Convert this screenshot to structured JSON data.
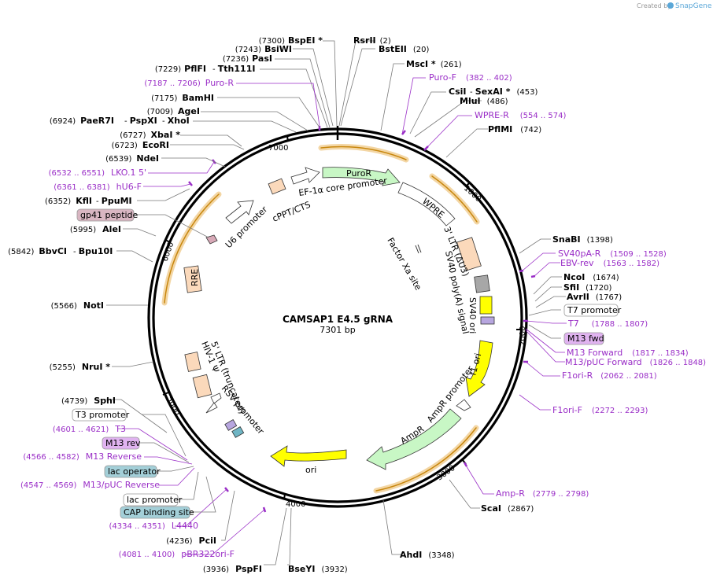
{
  "credit": "Created by",
  "brand": "SnapGene",
  "title": "CAMSAP1 E4.5 gRNA",
  "length": "7301 bp",
  "ticks": [
    "1000",
    "2000",
    "3000",
    "4000",
    "5000",
    "6000",
    "7000"
  ],
  "sites": [
    {
      "name": "BspEI *",
      "pos": "(7300)"
    },
    {
      "name": "RsrII",
      "pos": "(2)"
    },
    {
      "name": "BsiWI",
      "pos": "(7243)"
    },
    {
      "name": "BstEII",
      "pos": "(20)"
    },
    {
      "name": "PasI",
      "pos": "(7236)"
    },
    {
      "name": "PflFI",
      "pos": "(7229)"
    },
    {
      "name": "Tth111I",
      "pos": ""
    },
    {
      "name": "MscI *",
      "pos": "(261)"
    },
    {
      "name": "BamHI",
      "pos": "(7175)"
    },
    {
      "name": "CsiI",
      "pos": ""
    },
    {
      "name": "SexAI *",
      "pos": "(453)"
    },
    {
      "name": "MluI",
      "pos": "(486)"
    },
    {
      "name": "AgeI",
      "pos": "(7009)"
    },
    {
      "name": "PaeR7I",
      "pos": "(6924)"
    },
    {
      "name": "PspXI",
      "pos": ""
    },
    {
      "name": "XhoI",
      "pos": ""
    },
    {
      "name": "PflMI",
      "pos": "(742)"
    },
    {
      "name": "XbaI *",
      "pos": "(6727)"
    },
    {
      "name": "EcoRI",
      "pos": "(6723)"
    },
    {
      "name": "NdeI",
      "pos": "(6539)"
    },
    {
      "name": "KflI",
      "pos": "(6352)"
    },
    {
      "name": "PpuMI",
      "pos": ""
    },
    {
      "name": "AleI",
      "pos": "(5995)"
    },
    {
      "name": "BbvCI",
      "pos": "(5842)"
    },
    {
      "name": "Bpu10I",
      "pos": ""
    },
    {
      "name": "SnaBI",
      "pos": "(1398)"
    },
    {
      "name": "NcoI",
      "pos": "(1674)"
    },
    {
      "name": "SfiI",
      "pos": "(1720)"
    },
    {
      "name": "AvrII",
      "pos": "(1767)"
    },
    {
      "name": "NotI",
      "pos": "(5566)"
    },
    {
      "name": "NruI *",
      "pos": "(5255)"
    },
    {
      "name": "SphI",
      "pos": "(4739)"
    },
    {
      "name": "ScaI",
      "pos": "(2867)"
    },
    {
      "name": "PciI",
      "pos": "(4236)"
    },
    {
      "name": "AhdI",
      "pos": "(3348)"
    },
    {
      "name": "PspFI",
      "pos": "(3936)"
    },
    {
      "name": "BseYI",
      "pos": "(3932)"
    }
  ],
  "primers": [
    {
      "name": "Puro-R",
      "pos": "(7187 .. 7206)"
    },
    {
      "name": "Puro-F",
      "pos": "(382 .. 402)"
    },
    {
      "name": "WPRE-R",
      "pos": "(554 .. 574)"
    },
    {
      "name": "LKO.1 5'",
      "pos": "(6532 .. 6551)"
    },
    {
      "name": "hU6-F",
      "pos": "(6361 .. 6381)"
    },
    {
      "name": "SV40pA-R",
      "pos": "(1509 .. 1528)"
    },
    {
      "name": "EBV-rev",
      "pos": "(1563 .. 1582)"
    },
    {
      "name": "T7",
      "pos": "(1788 .. 1807)"
    },
    {
      "name": "M13 Forward",
      "pos": "(1817 .. 1834)"
    },
    {
      "name": "M13/pUC Forward",
      "pos": "(1826 .. 1848)"
    },
    {
      "name": "F1ori-R",
      "pos": "(2062 .. 2081)"
    },
    {
      "name": "F1ori-F",
      "pos": "(2272 .. 2293)"
    },
    {
      "name": "T3",
      "pos": "(4601 .. 4621)"
    },
    {
      "name": "M13 Reverse",
      "pos": "(4566 .. 4582)"
    },
    {
      "name": "M13/pUC Reverse",
      "pos": "(4547 .. 4569)"
    },
    {
      "name": "L4440",
      "pos": "(4334 .. 4351)"
    },
    {
      "name": "Amp-R",
      "pos": "(2779 .. 2798)"
    },
    {
      "name": "pBR322ori-F",
      "pos": "(4081 .. 4100)"
    }
  ],
  "badges": {
    "gp41": "gp41 peptide",
    "t7prom": "T7 promoter",
    "m13fwd": "M13 fwd",
    "t3prom": "T3 promoter",
    "m13rev": "M13 rev",
    "lacop": "lac operator",
    "lacprom": "lac promoter",
    "cap": "CAP binding site"
  },
  "features": {
    "puror": "PuroR",
    "ef1a": "EF-1α core promoter",
    "cppt": "cPPT/CTS",
    "u6": "U6 promoter",
    "wpre": "WPRE",
    "ltr3": "3' LTR (ΔU3)",
    "factorxa": "Factor Xa site",
    "sv40pa": "SV40 poly(A) signal",
    "sv40ori": "SV40 ori",
    "f1ori": "f1 ori",
    "ampprom": "AmpR promoter",
    "ampr": "AmpR",
    "ori": "ori",
    "rre": "RRE",
    "ltr5": "5' LTR (truncated)",
    "hiv": "HIV-1 Ψ",
    "rsv": "RSV promoter"
  }
}
